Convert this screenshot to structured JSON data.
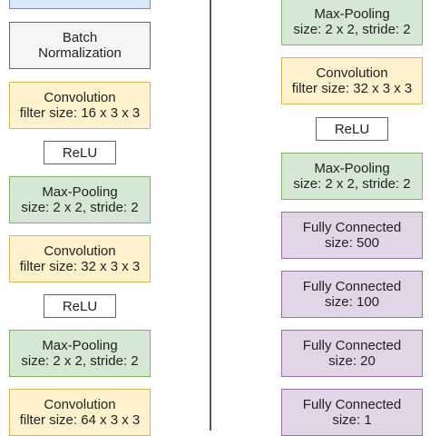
{
  "colors": {
    "input_fill": "#dae8fc",
    "input_border": "#6c8ebf",
    "batchnorm_fill": "#f5f5f5",
    "batchnorm_border": "#666666",
    "convolution_fill": "#fff2cc",
    "convolution_border": "#d6b656",
    "pooling_fill": "#d5e8d4",
    "pooling_border": "#82b366",
    "fc_fill": "#e1d5e7",
    "fc_border": "#9673a6",
    "relu_fill": "#ffffff",
    "relu_border": "#666666"
  },
  "left_column": [
    {
      "type": "batchnorm",
      "line1": "Batch",
      "line2": "Normalization"
    },
    {
      "type": "convolution",
      "line1": "Convolution",
      "line2": "filter size: 16 x 3 x 3"
    },
    {
      "type": "activation",
      "line1": "ReLU"
    },
    {
      "type": "pooling",
      "line1": "Max-Pooling",
      "line2": "size: 2 x 2, stride: 2"
    },
    {
      "type": "convolution",
      "line1": "Convolution",
      "line2": "filter size: 32 x 3 x 3"
    },
    {
      "type": "activation",
      "line1": "ReLU"
    },
    {
      "type": "pooling",
      "line1": "Max-Pooling",
      "line2": "size: 2 x 2, stride: 2"
    },
    {
      "type": "convolution",
      "line1": "Convolution",
      "line2": "filter size: 64 x 3 x 3"
    }
  ],
  "right_column": [
    {
      "type": "pooling",
      "line1": "Max-Pooling",
      "line2": "size: 2 x 2, stride: 2"
    },
    {
      "type": "convolution",
      "line1": "Convolution",
      "line2": "filter size: 32 x 3 x 3"
    },
    {
      "type": "activation",
      "line1": "ReLU"
    },
    {
      "type": "pooling",
      "line1": "Max-Pooling",
      "line2": "size: 2 x 2, stride: 2"
    },
    {
      "type": "fully_connected",
      "line1": "Fully Connected",
      "line2": "size: 500"
    },
    {
      "type": "fully_connected",
      "line1": "Fully Connected",
      "line2": "size: 100"
    },
    {
      "type": "fully_connected",
      "line1": "Fully Connected",
      "line2": "size: 20"
    },
    {
      "type": "fully_connected",
      "line1": "Fully Connected",
      "line2": "size: 1"
    }
  ]
}
